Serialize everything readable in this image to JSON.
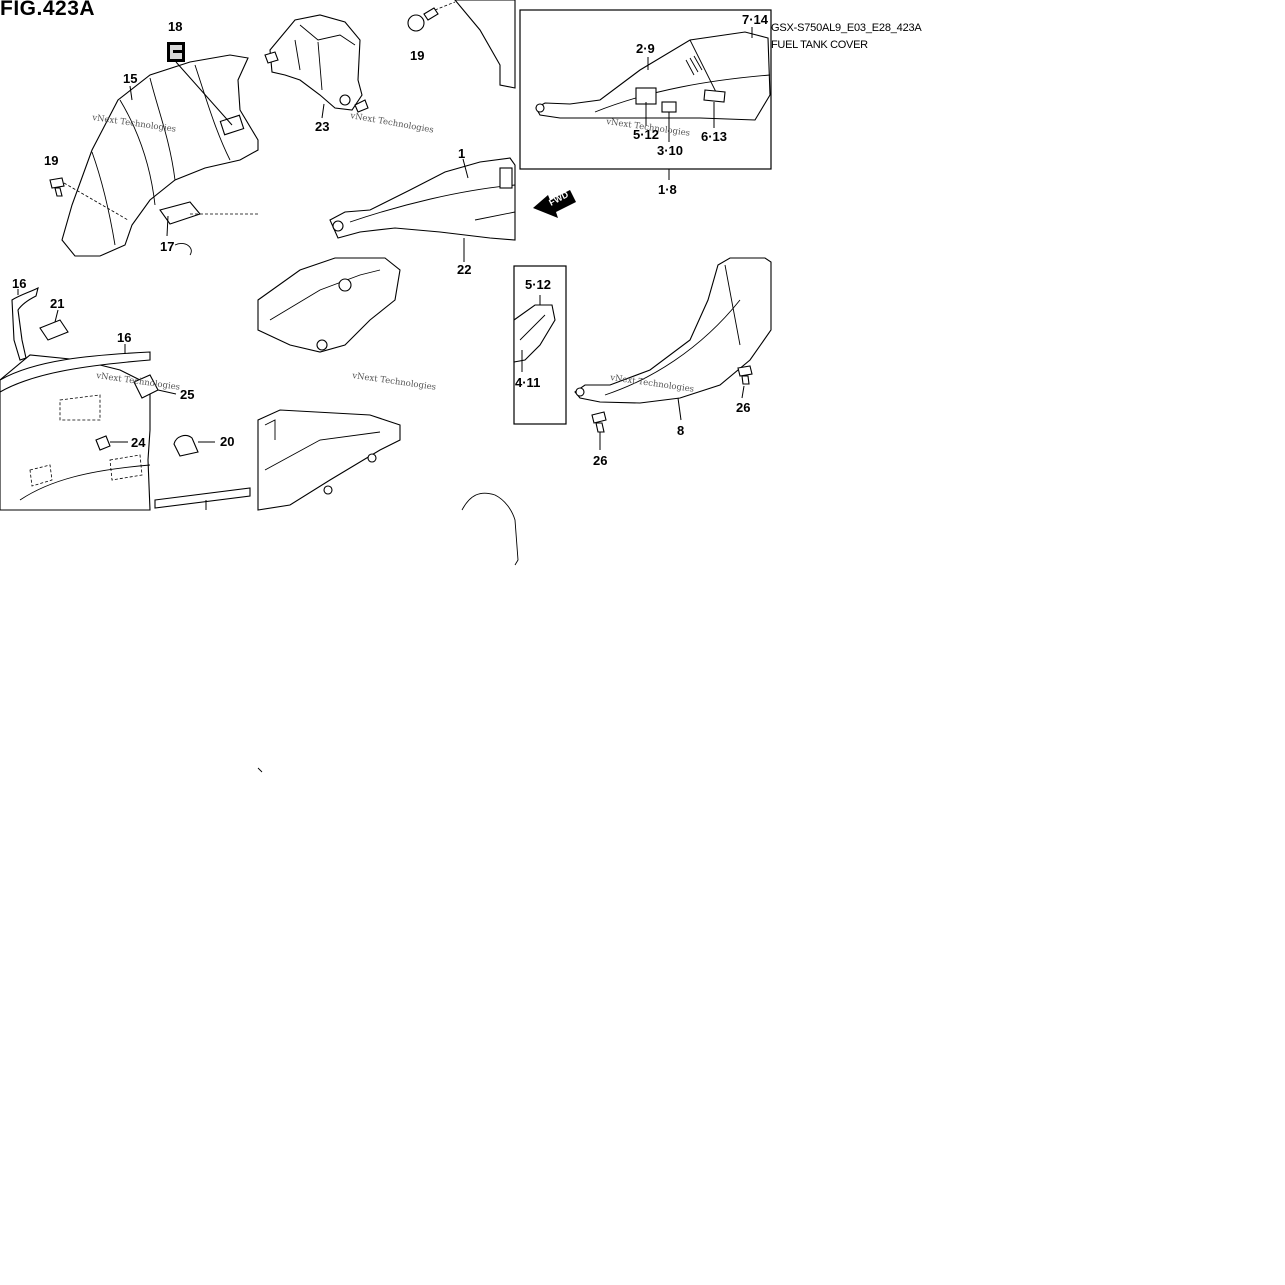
{
  "header": {
    "figure": "FIG.423A",
    "model_code": "GSX-S750AL9_E03_E28_423A",
    "subtitle": "FUEL TANK COVER"
  },
  "direction_marker": "FWD",
  "watermark": "vNext Technologies",
  "callouts": [
    {
      "id": "c18",
      "text": "18"
    },
    {
      "id": "c15",
      "text": "15"
    },
    {
      "id": "c19a",
      "text": "19"
    },
    {
      "id": "c17",
      "text": "17"
    },
    {
      "id": "c23",
      "text": "23"
    },
    {
      "id": "c19b",
      "text": "19"
    },
    {
      "id": "c1",
      "text": "1"
    },
    {
      "id": "c22",
      "text": "22"
    },
    {
      "id": "c29",
      "text": "2·9"
    },
    {
      "id": "c714",
      "text": "7·14"
    },
    {
      "id": "c512a",
      "text": "5·12"
    },
    {
      "id": "c310",
      "text": "3·10"
    },
    {
      "id": "c613",
      "text": "6·13"
    },
    {
      "id": "c18b",
      "text": "1·8"
    },
    {
      "id": "c16a",
      "text": "16"
    },
    {
      "id": "c21",
      "text": "21"
    },
    {
      "id": "c16b",
      "text": "16"
    },
    {
      "id": "c25",
      "text": "25"
    },
    {
      "id": "c24",
      "text": "24"
    },
    {
      "id": "c20",
      "text": "20"
    },
    {
      "id": "c512b",
      "text": "5·12"
    },
    {
      "id": "c411",
      "text": "4·11"
    },
    {
      "id": "c8",
      "text": "8"
    },
    {
      "id": "c26a",
      "text": "26"
    },
    {
      "id": "c26b",
      "text": "26"
    }
  ]
}
